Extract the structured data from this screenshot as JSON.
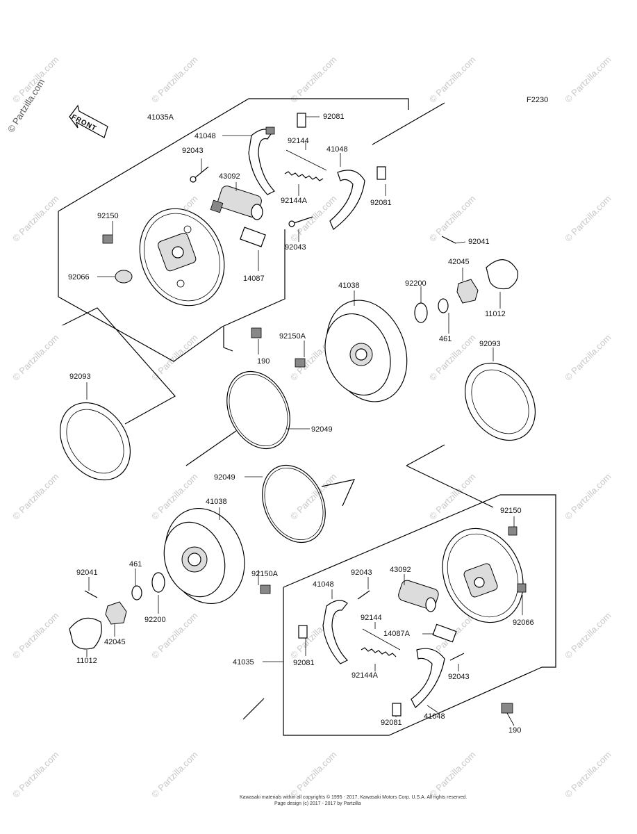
{
  "figure_code": "F2230",
  "copyright": "© Partzilla.com",
  "watermark": "© Partzilla.com",
  "front_label": "FRONT",
  "footer": {
    "line1": "Kawasaki materials within all copyrights © 1995 - 2017, Kawasaki Motors Corp. U.S.A. All rights reserved.",
    "line2": "Page design (c) 2017 - 2017 by Partzilla"
  },
  "parts": {
    "p41035A": "41035A",
    "p41048_a": "41048",
    "p92081_a": "92081",
    "p92043_a": "92043",
    "p92144_a": "92144",
    "p41048_b": "41048",
    "p43092_a": "43092",
    "p92144A_a": "92144A",
    "p92081_b": "92081",
    "p92150_a": "92150",
    "p92043_b": "92043",
    "p92041_a": "92041",
    "p92066_a": "92066",
    "p14087": "14087",
    "p42045_a": "42045",
    "p41038_a": "41038",
    "p92200_a": "92200",
    "p11012_a": "11012",
    "p92150A_a": "92150A",
    "p461_a": "461",
    "p190_a": "190",
    "p92093_a": "92093",
    "p92093_b": "92093",
    "p92049_a": "92049",
    "p92049_b": "92049",
    "p41038_b": "41038",
    "p92150_b": "92150",
    "p461_b": "461",
    "p92041_b": "92041",
    "p92043_c": "92043",
    "p43092_b": "43092",
    "p41048_c": "41048",
    "p92150A_b": "92150A",
    "p92200_b": "92200",
    "p92066_b": "92066",
    "p92144_b": "92144",
    "p14087A": "14087A",
    "p42045_b": "42045",
    "p11012_b": "11012",
    "p41035": "41035",
    "p92081_c": "92081",
    "p92144A_b": "92144A",
    "p92043_d": "92043",
    "p92081_d": "92081",
    "p41048_d": "41048",
    "p190_b": "190"
  }
}
